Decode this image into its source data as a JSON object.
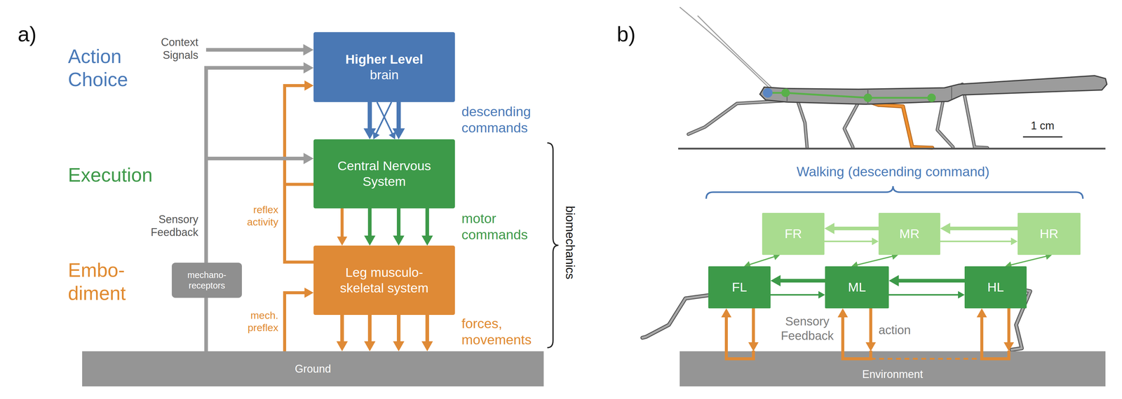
{
  "diagram": {
    "nodes": [
      {
        "text": [
          "Higher Level",
          "brain"
        ]
      },
      {
        "text": [
          "Central Nervous System"
        ]
      },
      {
        "text": [
          "Leg musculo- skeletal system"
        ]
      },
      {
        "text": [
          "mechano- receptors"
        ]
      },
      {
        "text": [
          "Ground"
        ]
      },
      {
        "text": [
          "FR"
        ]
      },
      {
        "text": [
          "MR"
        ]
      },
      {
        "text": [
          "HR"
        ]
      },
      {
        "text": [
          "FL"
        ]
      },
      {
        "text": [
          "ML"
        ]
      },
      {
        "text": [
          "HL"
        ]
      },
      {
        "text": [
          "Environment"
        ]
      }
    ],
    "edges": [
      {
        "from": 0,
        "to": 1,
        "arrow": "to"
      },
      {
        "from": 0,
        "to": 1,
        "arrow": "to"
      },
      {
        "from": 0,
        "to": 1,
        "arrow": "to"
      },
      {
        "from": 0,
        "to": 1,
        "arrow": "to"
      },
      {
        "from": 1,
        "to": 2,
        "arrow": "to"
      },
      {
        "from": 1,
        "to": 2,
        "arrow": "to"
      },
      {
        "from": 1,
        "to": 2,
        "arrow": "to"
      },
      {
        "from": 2,
        "to": 4,
        "arrow": "to"
      },
      {
        "from": 2,
        "to": 4,
        "arrow": "to"
      },
      {
        "from": 2,
        "to": 4,
        "arrow": "to"
      },
      {
        "from": 2,
        "to": 4,
        "arrow": "to"
      },
      {
        "from": 2,
        "to": 2,
        "arrow": "to"
      },
      {
        "from": 2,
        "to": 0,
        "arrow": "to"
      },
      {
        "from": 4,
        "to": 2,
        "arrow": "to"
      },
      {
        "from": 4,
        "to": 3,
        "arrow": "none"
      },
      {
        "from": 3,
        "to": 0,
        "arrow": "to"
      },
      {
        "from": 3,
        "to": 1,
        "arrow": "to"
      },
      {
        "from": 6,
        "to": 5,
        "arrow": "to"
      },
      {
        "from": 5,
        "to": 6,
        "arrow": "to"
      },
      {
        "from": 7,
        "to": 6,
        "arrow": "to"
      },
      {
        "from": 6,
        "to": 7,
        "arrow": "to"
      },
      {
        "from": 9,
        "to": 8,
        "arrow": "to"
      },
      {
        "from": 8,
        "to": 9,
        "arrow": "to"
      },
      {
        "from": 10,
        "to": 9,
        "arrow": "to"
      },
      {
        "from": 9,
        "to": 10,
        "arrow": "to"
      },
      {
        "from": 8,
        "to": 5,
        "arrow": "both"
      },
      {
        "from": 9,
        "to": 6,
        "arrow": "both"
      },
      {
        "from": 10,
        "to": 7,
        "arrow": "both"
      },
      {
        "from": 11,
        "to": 8,
        "arrow": "to"
      },
      {
        "from": 8,
        "to": 11,
        "arrow": "to"
      },
      {
        "from": 11,
        "to": 9,
        "arrow": "to"
      },
      {
        "from": 9,
        "to": 11,
        "arrow": "to"
      },
      {
        "from": 11,
        "to": 10,
        "arrow": "to"
      },
      {
        "from": 10,
        "to": 11,
        "arrow": "to"
      }
    ],
    "labels": [
      "a)",
      "Action Choice",
      "Execution",
      "Embo- diment",
      "Context Signals",
      "Sensory Feedback",
      "reflex activity",
      "mech. preflex",
      "descending commands",
      "motor commands",
      "forces, movements",
      "biomechanics",
      "b)",
      "1 cm",
      "Walking (descending command)",
      "Sensory Feedback",
      "action"
    ]
  }
}
